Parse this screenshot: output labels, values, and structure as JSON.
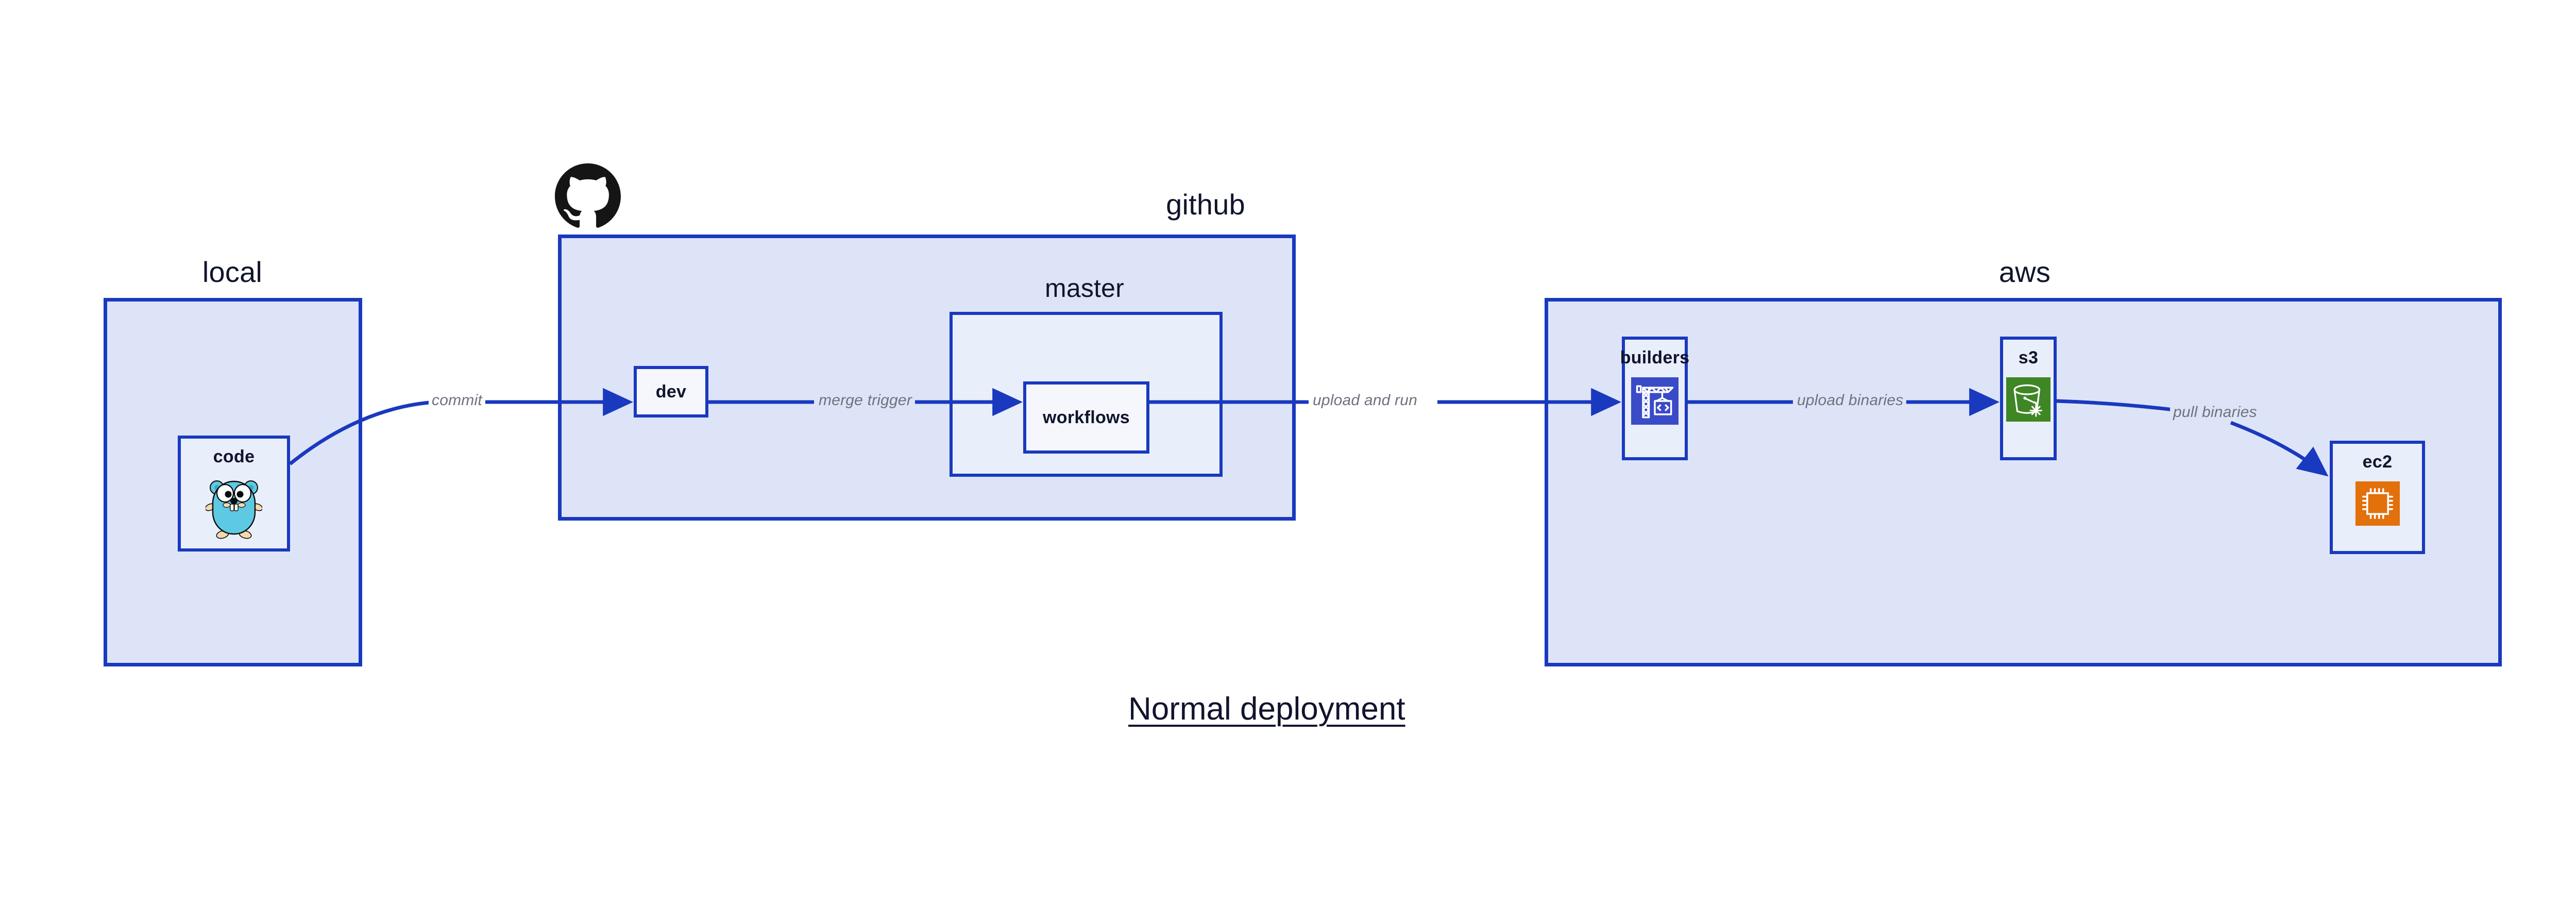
{
  "title": "Normal deployment",
  "colors": {
    "box_border": "#1939BF",
    "group_fill": "#DEE4F8",
    "node_fill": "#E9EEFB",
    "leaf_fill": "#F5F7FD",
    "edge_line": "#1939BF",
    "edge_label_text": "#6E727F",
    "text": "#10142C",
    "builders_icon_bg": "#3A4BC8",
    "s3_icon_bg": "#3F8624",
    "ec2_icon_bg": "#E2700B",
    "gopher_body": "#5DC9E2",
    "github_logo": "#151515"
  },
  "groups": {
    "local": {
      "label": "local"
    },
    "github": {
      "label": "github"
    },
    "master": {
      "label": "master"
    },
    "aws": {
      "label": "aws"
    }
  },
  "nodes": {
    "code": {
      "label": "code",
      "icon": "go-gopher-icon"
    },
    "dev": {
      "label": "dev",
      "icon": null
    },
    "workflows": {
      "label": "workflows",
      "icon": null
    },
    "builders": {
      "label": "builders",
      "icon": "aws-codebuild-crane-icon"
    },
    "s3": {
      "label": "s3",
      "icon": "aws-s3-glacier-bucket-icon"
    },
    "ec2": {
      "label": "ec2",
      "icon": "aws-ec2-chip-icon"
    }
  },
  "edges": [
    {
      "id": "commit",
      "label": "commit",
      "from": "code",
      "to": "dev"
    },
    {
      "id": "merge-trigger",
      "label": "merge trigger",
      "from": "dev",
      "to": "workflows"
    },
    {
      "id": "upload-and-run",
      "label": "upload and run",
      "from": "workflows",
      "to": "builders"
    },
    {
      "id": "upload-binaries",
      "label": "upload binaries",
      "from": "builders",
      "to": "s3"
    },
    {
      "id": "pull-binaries",
      "label": "pull binaries",
      "from": "s3",
      "to": "ec2"
    }
  ],
  "logos": {
    "github_octocat": "github-octocat-logo"
  }
}
